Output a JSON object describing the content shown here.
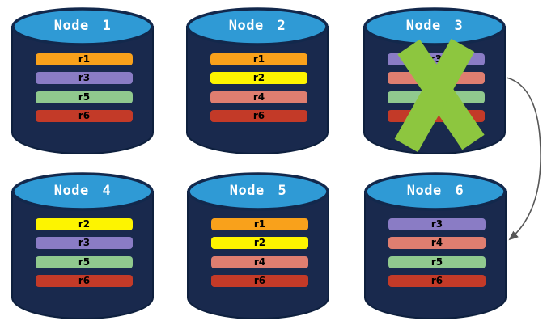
{
  "colors": {
    "background": "#FFFFFF",
    "cylinder_body": "#19294D",
    "cylinder_top": "#2F9AD5",
    "title_text": "#FFFFFF",
    "bar_label_text": "#000000",
    "x_mark": "#8DC63F",
    "arrow": "#575757"
  },
  "nodes": [
    {
      "title": "Node 1",
      "bars": [
        {
          "label": "r1",
          "color": "#F9A11B"
        },
        {
          "label": "r3",
          "color": "#8A7CC5"
        },
        {
          "label": "r5",
          "color": "#90C98E"
        },
        {
          "label": "r6",
          "color": "#C33A28"
        }
      ]
    },
    {
      "title": "Node 2",
      "bars": [
        {
          "label": "r1",
          "color": "#F9A11B"
        },
        {
          "label": "r2",
          "color": "#FDF400"
        },
        {
          "label": "r4",
          "color": "#DF7E70"
        },
        {
          "label": "r6",
          "color": "#C33A28"
        }
      ]
    },
    {
      "title": "Node 3",
      "bars": [
        {
          "label": "r3",
          "color": "#8A7CC5"
        },
        {
          "label": "",
          "color": "#DF7E70"
        },
        {
          "label": "",
          "color": "#90C98E"
        },
        {
          "label": "",
          "color": "#C33A28"
        }
      ]
    },
    {
      "title": "Node 4",
      "bars": [
        {
          "label": "r2",
          "color": "#FDF400"
        },
        {
          "label": "r3",
          "color": "#8A7CC5"
        },
        {
          "label": "r5",
          "color": "#90C98E"
        },
        {
          "label": "r6",
          "color": "#C33A28"
        }
      ]
    },
    {
      "title": "Node 5",
      "bars": [
        {
          "label": "r1",
          "color": "#F9A11B"
        },
        {
          "label": "r2",
          "color": "#FDF400"
        },
        {
          "label": "r4",
          "color": "#DF7E70"
        },
        {
          "label": "r6",
          "color": "#C33A28"
        }
      ]
    },
    {
      "title": "Node 6",
      "bars": [
        {
          "label": "r3",
          "color": "#8A7CC5"
        },
        {
          "label": "r4",
          "color": "#DF7E70"
        },
        {
          "label": "r5",
          "color": "#90C98E"
        },
        {
          "label": "r6",
          "color": "#C33A28"
        }
      ]
    }
  ]
}
